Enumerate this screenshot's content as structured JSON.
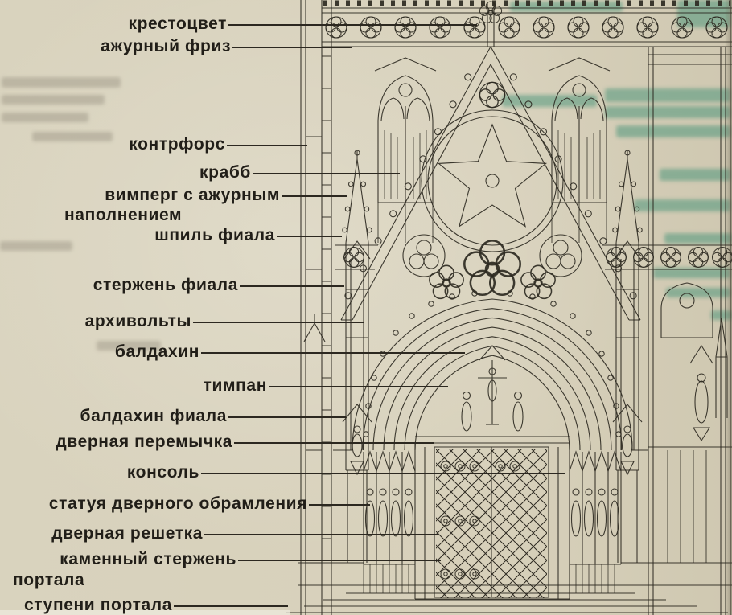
{
  "labels": [
    {
      "text": "крестоцвет"
    },
    {
      "text": "ажурный фриз"
    },
    {
      "text": "контрфорс"
    },
    {
      "text": "крабб"
    },
    {
      "text": "вимперг с ажурным"
    },
    {
      "text": "наполнением"
    },
    {
      "text": "шпиль фиала"
    },
    {
      "text": "стержень фиала"
    },
    {
      "text": "архивольты"
    },
    {
      "text": "балдахин"
    },
    {
      "text": "тимпан"
    },
    {
      "text": "балдахин фиала"
    },
    {
      "text": "дверная перемычка"
    },
    {
      "text": "консоль"
    },
    {
      "text": "статуя дверного обрамления"
    },
    {
      "text": "дверная решетка"
    },
    {
      "text": "каменный стержень"
    },
    {
      "text": "портала"
    },
    {
      "text": "ступени портала"
    }
  ],
  "colors": {
    "paper": "#d8d1bc",
    "ink": "#2e2a22",
    "label_text": "#211e18",
    "bleed_highlight": "#3a8e72"
  }
}
